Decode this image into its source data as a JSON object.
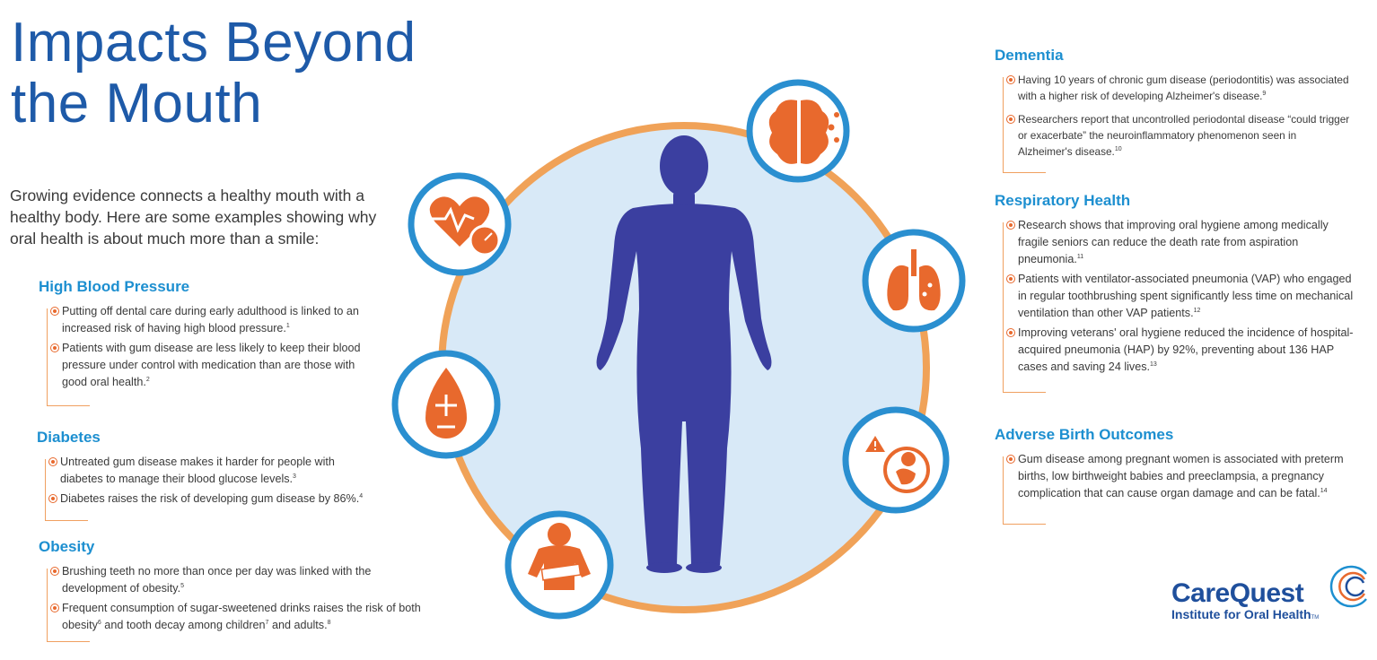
{
  "title_line1": "Impacts Beyond",
  "title_line2": "the Mouth",
  "intro": "Growing evidence connects a healthy mouth with a healthy body. Here are some examples showing why oral health is about much more than a smile:",
  "sections": {
    "hbp": {
      "heading": "High Blood Pressure",
      "items": [
        {
          "text": "Putting off dental care during early adulthood is linked to an increased risk of having high blood pressure.",
          "ref": "1"
        },
        {
          "text": "Patients with gum disease are less likely to keep their blood pressure under control with medication than are those with good oral health.",
          "ref": "2"
        }
      ]
    },
    "diabetes": {
      "heading": "Diabetes",
      "items": [
        {
          "text": "Untreated gum disease makes it harder for people with diabetes to manage their blood glucose levels.",
          "ref": "3"
        },
        {
          "text": "Diabetes raises the risk of developing gum disease by 86%.",
          "ref": "4"
        }
      ]
    },
    "obesity": {
      "heading": "Obesity",
      "items": [
        {
          "text": "Brushing teeth no more than once per day was linked with the development of obesity.",
          "ref": "5"
        }
      ],
      "drinks": {
        "part1": "Frequent consumption of sugar-sweetened drinks raises the risk of both obesity",
        "ref1": "6",
        "part2": " and tooth decay among children",
        "ref2": "7",
        "part3": " and adults.",
        "ref3": "8"
      }
    },
    "dementia": {
      "heading": "Dementia",
      "items": [
        {
          "text": "Having 10 years of chronic gum disease (periodontitis) was associated with a higher risk of developing Alzheimer's disease.",
          "ref": "9"
        },
        {
          "text": "Researchers report that uncontrolled periodontal disease “could trigger or exacerbate” the neuroinflammatory phenomenon seen in Alzheimer's disease.",
          "ref": "10"
        }
      ]
    },
    "respiratory": {
      "heading": "Respiratory Health",
      "items": [
        {
          "text": "Research shows that improving oral hygiene among medically fragile seniors can reduce the death rate from aspiration pneumonia.",
          "ref": "11"
        },
        {
          "text": "Patients with ventilator-associated pneumonia (VAP) who engaged in regular toothbrushing spent significantly less time on mechanical ventilation than other VAP patients.",
          "ref": "12"
        },
        {
          "text": "Improving veterans' oral hygiene reduced the incidence of hospital-acquired pneumonia (HAP) by 92%, preventing about 136 HAP cases and saving 24 lives.",
          "ref": "13"
        }
      ]
    },
    "birth": {
      "heading": "Adverse Birth Outcomes",
      "items": [
        {
          "text": "Gum disease among pregnant women is associated with preterm births, low birthweight babies and preeclampsia, a pregnancy complication that can cause organ damage and can be fatal.",
          "ref": "14"
        }
      ]
    }
  },
  "logo": {
    "name": "CareQuest",
    "tagline": "Institute for Oral Health",
    "tm": "TM"
  },
  "colors": {
    "title_blue": "#1e5aa8",
    "heading_blue": "#1d8fd0",
    "accent_orange": "#e8692d",
    "ring_orange": "#f0a258",
    "circle_fill": "#d8e9f7",
    "body_blue": "#3b3fa0",
    "icon_ring_blue": "#2a8fd0"
  },
  "icons": [
    "heart-pulse-icon",
    "blood-drop-icon",
    "child-obesity-icon",
    "brain-icon",
    "lungs-icon",
    "fetus-warning-icon"
  ]
}
